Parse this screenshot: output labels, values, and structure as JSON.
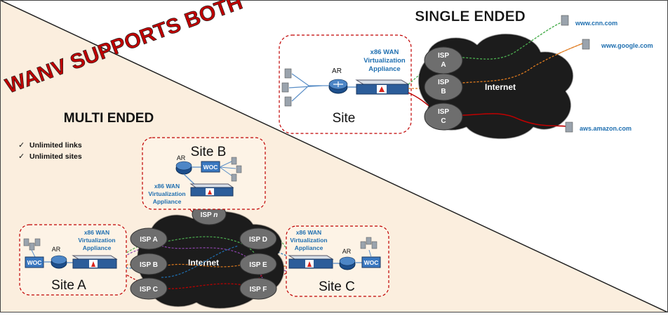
{
  "headline": "WANV SUPPORTS BOTH",
  "single": {
    "heading": "SINGLE ENDED",
    "site_label": "Site",
    "router_label": "AR",
    "appliance_lines": [
      "x86 WAN",
      "Virtualization",
      "Appliance"
    ],
    "cloud_label": "Internet",
    "isps": [
      {
        "line1": "ISP",
        "line2": "A"
      },
      {
        "line1": "ISP",
        "line2": "B"
      },
      {
        "line1": "ISP",
        "line2": "C"
      }
    ],
    "destinations": [
      "www.cnn.com",
      "www.google.com",
      "aws.amazon.com"
    ]
  },
  "multi": {
    "heading": "MULTI ENDED",
    "bullets": [
      "Unlimited links",
      "Unlimited sites"
    ],
    "cloud_label": "Internet",
    "site_a": {
      "label": "Site A",
      "router": "AR",
      "woc": "WOC",
      "appliance_lines": [
        "x86 WAN",
        "Virtualization",
        "Appliance"
      ]
    },
    "site_b": {
      "label": "Site B",
      "router": "AR",
      "woc": "WOC",
      "appliance_lines": [
        "x86 WAN",
        "Virtualization",
        "Appliance"
      ]
    },
    "site_c": {
      "label": "Site C",
      "router": "AR",
      "woc": "WOC",
      "appliance_lines": [
        "x86 WAN",
        "Virtualization",
        "Appliance"
      ]
    },
    "isp_n": {
      "prefix": "ISP ",
      "suffix": "n"
    },
    "isps_left": [
      "ISP A",
      "ISP B",
      "ISP C"
    ],
    "isps_right": [
      "ISP D",
      "ISP E",
      "ISP F"
    ]
  },
  "colors": {
    "triangle_fill": "#fbeede",
    "headline": "#c00000",
    "site_border": "#c00000",
    "appliance_text": "#1f6fb0",
    "link_green": "#4caf50",
    "link_orange": "#e07b1f",
    "link_red": "#c00000",
    "link_purple": "#8e44ad"
  }
}
